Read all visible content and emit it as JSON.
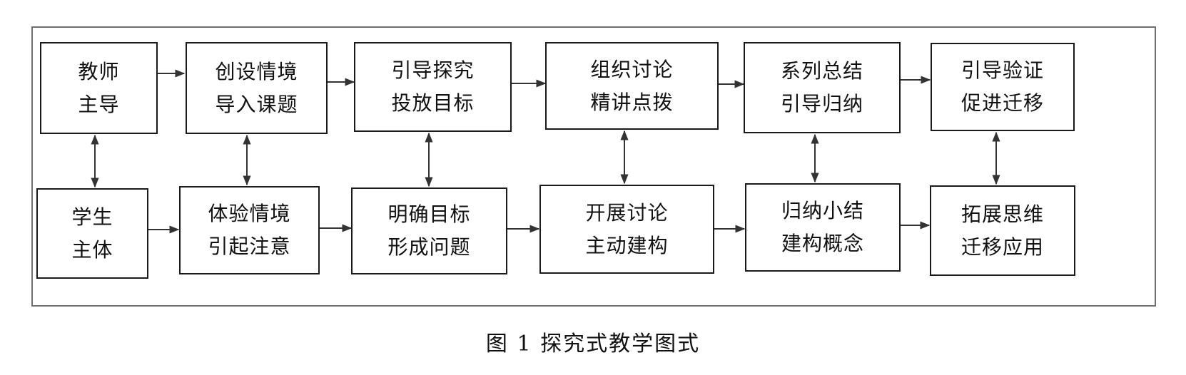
{
  "top_row": [
    {
      "line1": "教师",
      "line2": "主导"
    },
    {
      "line1": "创设情境",
      "line2": "导入课题"
    },
    {
      "line1": "引导探究",
      "line2": "投放目标"
    },
    {
      "line1": "组织讨论",
      "line2": "精讲点拨"
    },
    {
      "line1": "系列总结",
      "line2": "引导归纳"
    },
    {
      "line1": "引导验证",
      "line2": "促进迁移"
    }
  ],
  "bottom_row": [
    {
      "line1": "学生",
      "line2": "主体"
    },
    {
      "line1": "体验情境",
      "line2": "引起注意"
    },
    {
      "line1": "明确目标",
      "line2": "形成问题"
    },
    {
      "line1": "开展讨论",
      "line2": "主动建构"
    },
    {
      "line1": "归纳小结",
      "line2": "建构概念"
    },
    {
      "line1": "拓展思维",
      "line2": "迁移应用"
    }
  ],
  "caption": "图 1  探究式教学图式"
}
